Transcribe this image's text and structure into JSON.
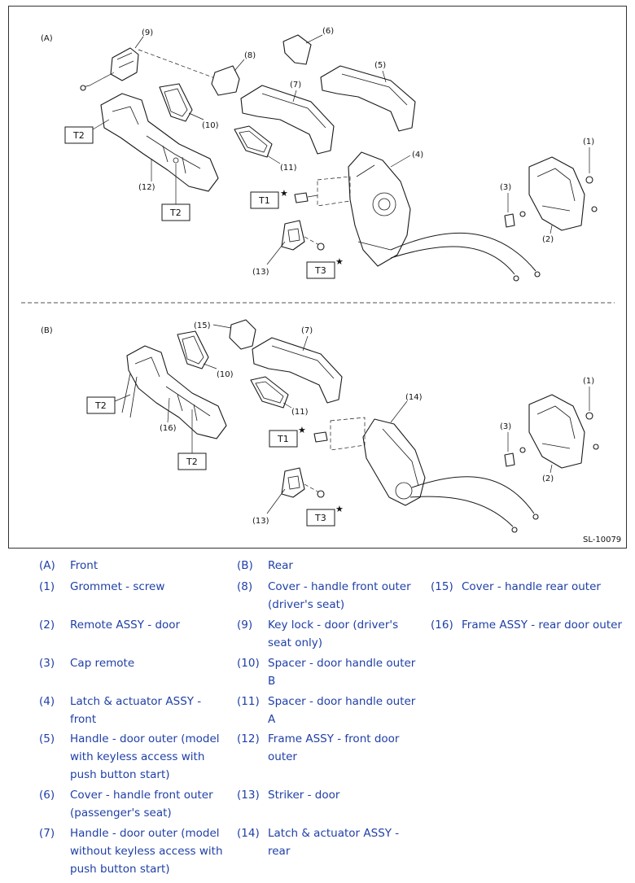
{
  "figure": {
    "code": "SL-10079",
    "panels": [
      {
        "label": "(A)"
      },
      {
        "label": "(B)"
      }
    ],
    "callouts_a": [
      "(1)",
      "(2)",
      "(3)",
      "(4)",
      "(5)",
      "(6)",
      "(7)",
      "(8)",
      "(9)",
      "(10)",
      "(11)",
      "(12)",
      "(13)"
    ],
    "callouts_b": [
      "(15)",
      "(7)",
      "(10)",
      "(11)",
      "(14)",
      "(16)",
      "(13)",
      "(1)",
      "(3)",
      "(2)"
    ],
    "torque_a": [
      "T1",
      "T2",
      "T2",
      "T3"
    ],
    "torque_b": [
      "T1",
      "T2",
      "T2",
      "T3"
    ],
    "star": "★"
  },
  "legend": [
    {
      "num": "(A)",
      "text": "Front"
    },
    {
      "num": "(B)",
      "text": "Rear"
    },
    {
      "num": "(1)",
      "text": "Grommet - screw"
    },
    {
      "num": "(2)",
      "text": "Remote ASSY - door"
    },
    {
      "num": "(3)",
      "text": "Cap remote"
    },
    {
      "num": "(4)",
      "text": "Latch & actuator ASSY - front"
    },
    {
      "num": "(5)",
      "text": "Handle - door outer (model with keyless access with push button start)"
    },
    {
      "num": "(6)",
      "text": "Cover - handle front outer (passenger's seat)"
    },
    {
      "num": "(7)",
      "text": "Handle - door outer (model without keyless access with push button start)"
    },
    {
      "num": "(8)",
      "text": "Cover - handle front outer (driver's seat)"
    },
    {
      "num": "(9)",
      "text": "Key lock - door (driver's seat only)"
    },
    {
      "num": "(10)",
      "text": "Spacer - door handle outer B"
    },
    {
      "num": "(11)",
      "text": "Spacer - door handle outer A"
    },
    {
      "num": "(12)",
      "text": "Frame ASSY - front door outer"
    },
    {
      "num": "(13)",
      "text": "Striker - door"
    },
    {
      "num": "(14)",
      "text": "Latch & actuator ASSY - rear"
    },
    {
      "num": "(15)",
      "text": "Cover - handle rear outer"
    },
    {
      "num": "(16)",
      "text": "Frame ASSY - rear door outer"
    }
  ]
}
